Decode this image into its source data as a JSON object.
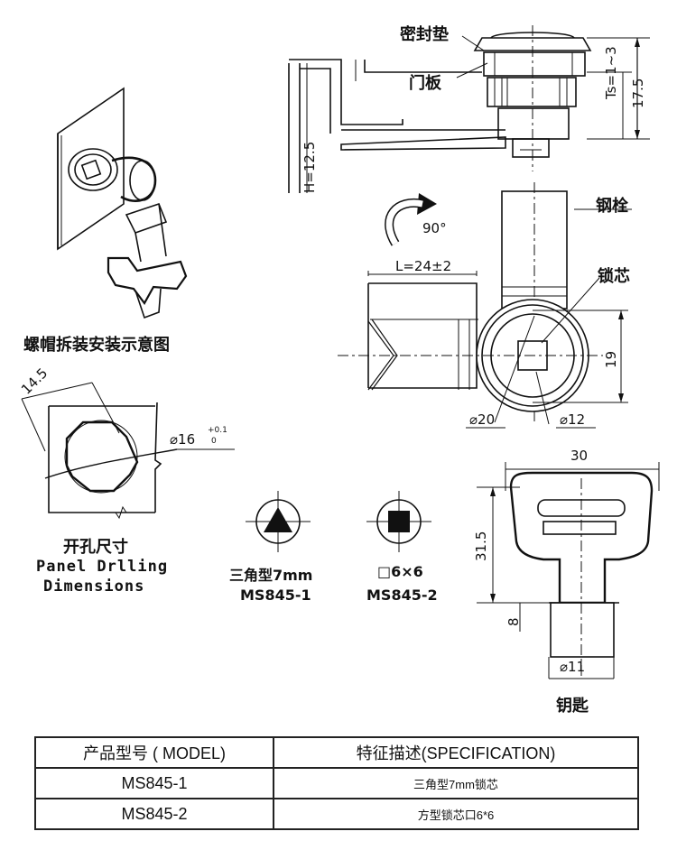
{
  "labels": {
    "gasket": "密封垫",
    "door_panel": "门板",
    "bolt": "钢栓",
    "lock_core": "锁芯",
    "install_caption": "螺帽拆装安装示意图",
    "cutout_cn": "开孔尺寸",
    "cutout_en_line1": "Panel Drlling",
    "cutout_en_line2": "Dimensions",
    "triangle_core": "三角型7mm",
    "square_core": "□6×6",
    "key": "钥匙"
  },
  "dimensions": {
    "ts": "Ts=1~3",
    "total_h": "17.5",
    "h": "H=12.5",
    "rotation": "90°",
    "length": "L=24±2",
    "d20": "⌀20",
    "d12": "⌀12",
    "w19": "19",
    "w14_5": "14.5",
    "hole_d": "⌀16",
    "hole_tol_upper": "+0.1",
    "hole_tol_lower": "0",
    "key_w": "30",
    "key_h": "31.5",
    "key_8": "8",
    "key_d11": "⌀11"
  },
  "models": {
    "m1": "MS845-1",
    "m2": "MS845-2"
  },
  "table": {
    "header_model": "产品型号 ( MODEL)",
    "header_spec": "特征描述(SPECIFICATION)",
    "rows": [
      {
        "model": "MS845-1",
        "spec": "三角型7mm锁芯"
      },
      {
        "model": "MS845-2",
        "spec": "方型锁芯口6*6"
      }
    ]
  }
}
